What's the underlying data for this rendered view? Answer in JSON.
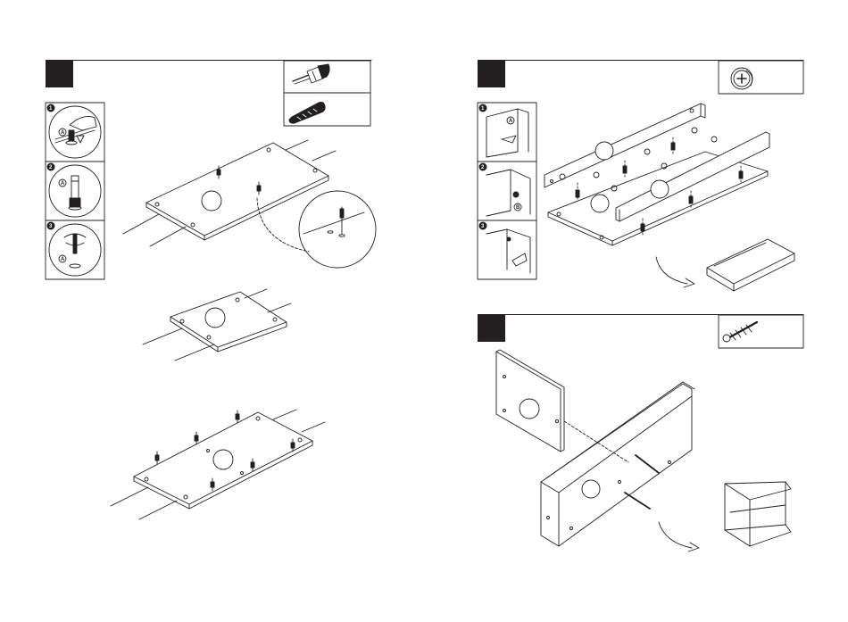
{
  "steps": [
    {
      "id": "step-a",
      "number": ""
    },
    {
      "id": "step-b",
      "number": ""
    },
    {
      "id": "step-c",
      "number": ""
    }
  ],
  "substeps": {
    "left": [
      "1",
      "2",
      "3"
    ],
    "right": [
      "1",
      "2",
      "3"
    ]
  },
  "part_labels": {
    "a": "A",
    "b": "B"
  },
  "icons": {
    "cam_bolt": "cam-bolt-icon",
    "dowel": "wooden-dowel-icon",
    "cam_lock": "cam-lock-icon",
    "screw": "screw-icon"
  },
  "colors": {
    "ink": "#231f20",
    "paper": "#ffffff"
  }
}
